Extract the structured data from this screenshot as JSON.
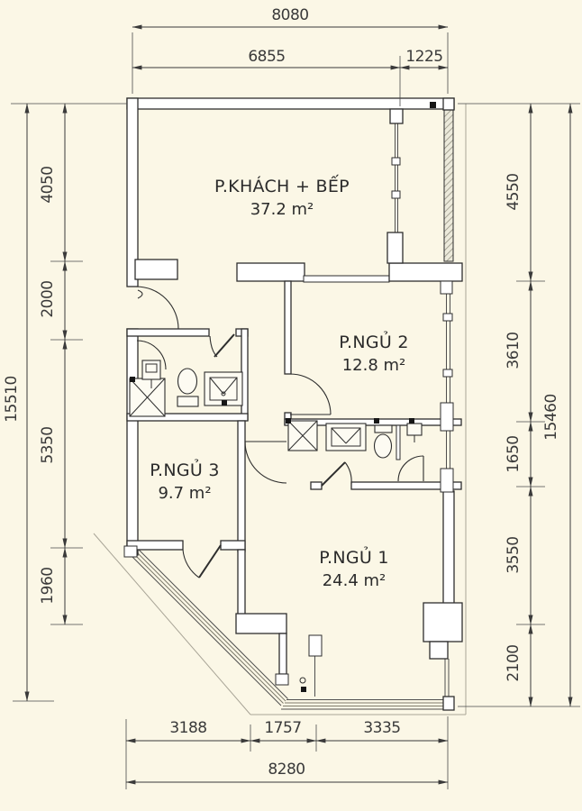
{
  "document": {
    "type": "apartment-floor-plan",
    "language": "vi"
  },
  "rooms": [
    {
      "id": "living-kitchen",
      "name": "P.KHÁCH + BẾP",
      "area": "37.2 m²"
    },
    {
      "id": "bedroom-2",
      "name": "P.NGỦ 2",
      "area": "12.8 m²"
    },
    {
      "id": "bedroom-3",
      "name": "P.NGỦ 3",
      "area": "9.7 m²"
    },
    {
      "id": "bedroom-1",
      "name": "P.NGỦ 1",
      "area": "24.4 m²"
    }
  ],
  "dimensions": {
    "top": {
      "overall": "8080",
      "segments": [
        "6855",
        "1225"
      ]
    },
    "bottom": {
      "overall": "8280",
      "segments": [
        "3188",
        "1757",
        "3335"
      ]
    },
    "left": {
      "overall": "15510",
      "segments": [
        "4050",
        "2000",
        "5350",
        "1960"
      ]
    },
    "right": {
      "overall": "15460",
      "segments": [
        "4550",
        "3610",
        "1650",
        "3550",
        "2100"
      ]
    }
  },
  "colors": {
    "background": "#fbf7e6",
    "wall_line": "#2e2e2e",
    "wall_fill": "#ffffff",
    "dimension": "#3a3a3a",
    "hatch": "#8f8c7d",
    "boundary": "#a8a496"
  }
}
